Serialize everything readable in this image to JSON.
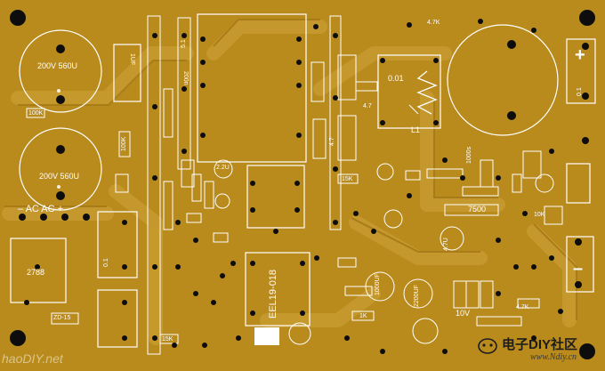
{
  "board": {
    "base_color": "#b98a1c",
    "trace_color": "#c79a2b",
    "silk_color": "#ffffff"
  },
  "labels": {
    "cap_top": "200V 560U",
    "cap_bottom": "200V 560U",
    "ac_row": "–  AC  AC  +",
    "part_1uf": "1UF",
    "part_100k_a": "100K",
    "part_100k_b": "100K",
    "part_2788": "2788",
    "part_01_left": "0.1",
    "part_200n": "200n",
    "part_0.01": "0.01",
    "part_l1": "L1",
    "part_4.7_top": "4.7",
    "part_4.7_mid": "4.7",
    "part_4.7k": "4.7K",
    "part_7500": "7500",
    "part_1000u": "1000UF",
    "part_220uf": "2200UF",
    "part_eel": "EEL19-018",
    "part_15k_a": "15K",
    "part_15k_b": "15K",
    "part_1k": "1K",
    "part_10k": "10K",
    "part_10v": "10V",
    "part_2.2u": "2.2U",
    "part_0.1_right": "0.1",
    "part_1000s": "1000s",
    "part_47u": "4.7U",
    "part_5.1": "5.1",
    "part_zd": "ZD-15",
    "part_4.7k_top": "4.7K",
    "plus_sign": "+",
    "minus_sign": "–"
  },
  "watermark": {
    "left": "haoDIY.net",
    "right_title": "电子DIY社区",
    "right_url": "www.Ndiy.cn"
  }
}
